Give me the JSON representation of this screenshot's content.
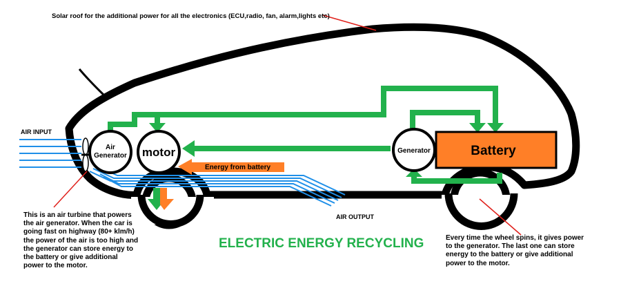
{
  "title": "ELECTRIC ENERGY RECYCLING",
  "solar_note": "Solar roof for the additional power for all the electronics (ECU,radio, fan, alarm,lights etc)",
  "air_input_label": "AIR INPUT",
  "air_output_label": "AIR OUTPUT",
  "air_generator_label": [
    "Air",
    "Generator"
  ],
  "motor_label": "motor",
  "generator_label": "Generator",
  "battery_label": "Battery",
  "energy_from_battery_label": "Energy from battery",
  "turbine_note": [
    "This is an air turbine that powers",
    "the air generator. When the car is",
    "going fast on highway (80+ klm/h)",
    "the power of the air is too high and",
    "the generator can store energy to",
    "the battery or give additional",
    "power to the motor."
  ],
  "wheel_note": [
    "Every time the wheel spins, it gives power",
    "to the generator. The last one can store",
    "energy to the battery or give additional",
    "power to the motor."
  ],
  "colors": {
    "flow_green": "#22b14c",
    "battery_orange": "#ff7f27",
    "air_blue": "#1e8fe8",
    "pointer_red": "#e0201b",
    "title_green": "#22b14c",
    "outline": "#000000"
  }
}
